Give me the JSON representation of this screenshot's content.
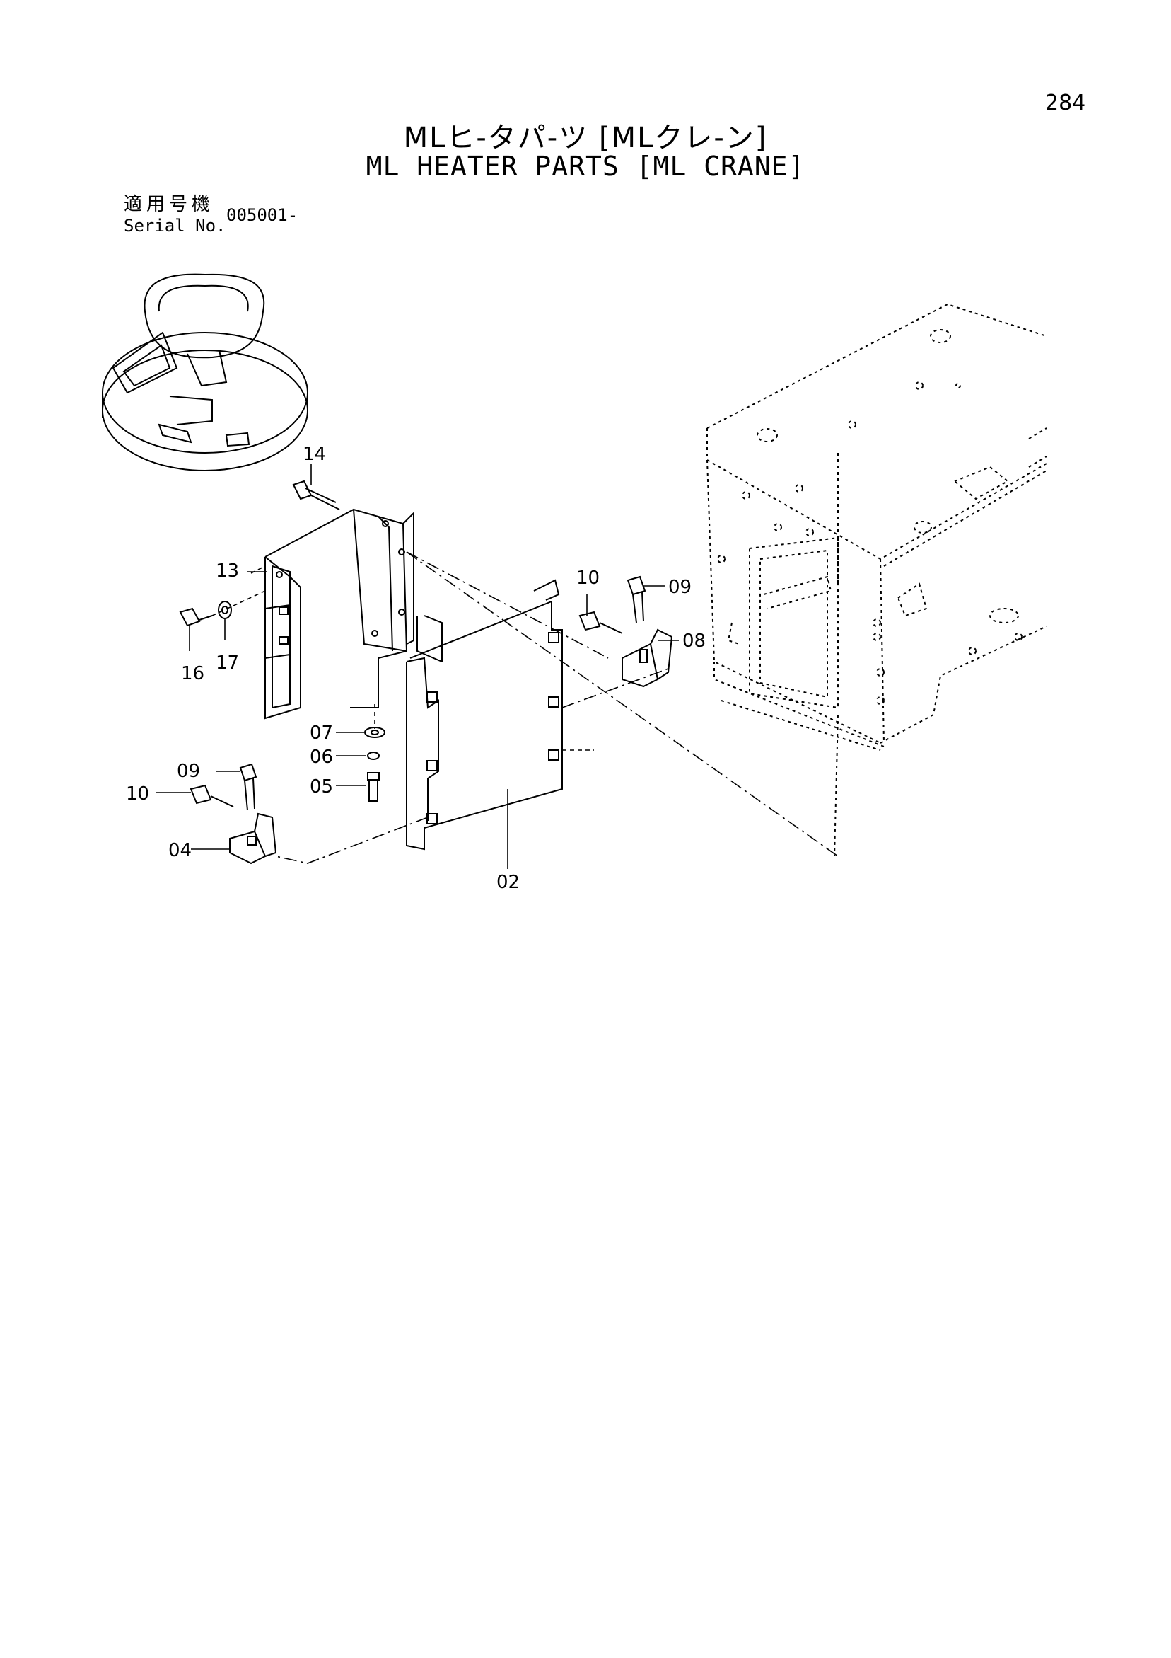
{
  "page": {
    "number": "284",
    "title_jp": "MLヒ-タパ-ツ [MLクレ-ン]",
    "title_en": "ML HEATER PARTS [ML CRANE]"
  },
  "serial": {
    "label_jp": "適用号機",
    "label_en": "Serial No.",
    "value": "005001-"
  },
  "callouts": [
    {
      "id": "14",
      "label": "14"
    },
    {
      "id": "13",
      "label": "13"
    },
    {
      "id": "16",
      "label": "16"
    },
    {
      "id": "17",
      "label": "17"
    },
    {
      "id": "10a",
      "label": "10"
    },
    {
      "id": "09a",
      "label": "09"
    },
    {
      "id": "08",
      "label": "08"
    },
    {
      "id": "07",
      "label": "07"
    },
    {
      "id": "06",
      "label": "06"
    },
    {
      "id": "05",
      "label": "05"
    },
    {
      "id": "09b",
      "label": "09"
    },
    {
      "id": "10b",
      "label": "10"
    },
    {
      "id": "04",
      "label": "04"
    },
    {
      "id": "02",
      "label": "02"
    }
  ]
}
